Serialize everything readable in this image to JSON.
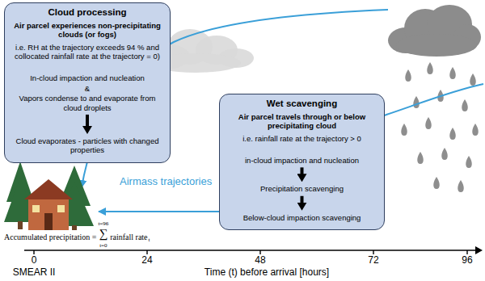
{
  "diagram": {
    "nodes": [
      {
        "text": [
          "Cloud processing",
          "Air parcel experiences non-precipitating clouds (or fogs)",
          "i.e. RH at the trajectory exceeds 94 % and collocated rainfall rate at the trajectory = 0)"
        ]
      },
      {
        "text": [
          "In-cloud impaction and nucleation",
          "&",
          "Vapors condense to and evaporate from cloud droplets"
        ],
        "in": 0
      },
      {
        "text": [
          "Cloud evaporates - particles with changed properties"
        ],
        "in": 0
      },
      {
        "text": [
          "Wet scavenging",
          "Air parcel travels through or below precipitating cloud",
          "i.e. rainfall rate at the trajectory > 0"
        ]
      },
      {
        "text": [
          "in-cloud impaction and nucleation"
        ],
        "in": 3
      },
      {
        "text": [
          "Precipitation scavenging"
        ],
        "in": 3
      },
      {
        "text": [
          "Below-cloud impaction scavenging"
        ],
        "in": 3
      }
    ],
    "edges": [
      {
        "from": 1,
        "to": 2,
        "arrow": "to"
      },
      {
        "from": 4,
        "to": 5,
        "arrow": "to"
      },
      {
        "from": 5,
        "to": 6,
        "arrow": "to"
      }
    ],
    "labels": [
      "Airmass trajectories",
      "Accumulated precipitation =",
      "∑",
      "t=96",
      "t=0",
      "rainfall rate",
      "t",
      "0",
      "24",
      "48",
      "72",
      "96",
      "SMEAR II",
      "Time (t) before arrival [hours]"
    ]
  }
}
